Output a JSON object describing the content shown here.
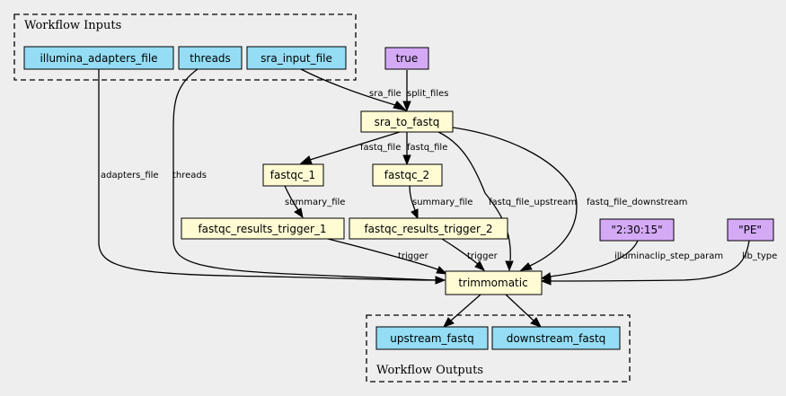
{
  "clusters": {
    "inputs": "Workflow Inputs",
    "outputs": "Workflow Outputs"
  },
  "colors": {
    "input_node": "#94ddf4",
    "step_node": "#fffcd4",
    "literal_node": "#d4aaf7",
    "background": "#eeeeee"
  },
  "nodes": {
    "illumina_adapters_file": "illumina_adapters_file",
    "threads": "threads",
    "sra_input_file": "sra_input_file",
    "true_literal": "true",
    "sra_to_fastq": "sra_to_fastq",
    "fastqc_1": "fastqc_1",
    "fastqc_2": "fastqc_2",
    "fastqc_results_trigger_1": "fastqc_results_trigger_1",
    "fastqc_results_trigger_2": "fastqc_results_trigger_2",
    "time_literal": "\"2:30:15\"",
    "pe_literal": "\"PE\"",
    "trimmomatic": "trimmomatic",
    "upstream_fastq": "upstream_fastq",
    "downstream_fastq": "downstream_fastq"
  },
  "edges": {
    "sra_file": "sra_file",
    "split_files": "split_files",
    "fastq_file_1": "fastq_file",
    "fastq_file_2": "fastq_file",
    "adapters_file": "adapters_file",
    "threads": "threads",
    "summary_file_1": "summary_file",
    "summary_file_2": "summary_file",
    "fastq_file_upstream": "fastq_file_upstream",
    "fastq_file_downstream": "fastq_file_downstream",
    "trigger_1": "trigger",
    "trigger_2": "trigger",
    "illuminaclip_step_param": "illuminaclip_step_param",
    "lib_type": "lib_type"
  }
}
